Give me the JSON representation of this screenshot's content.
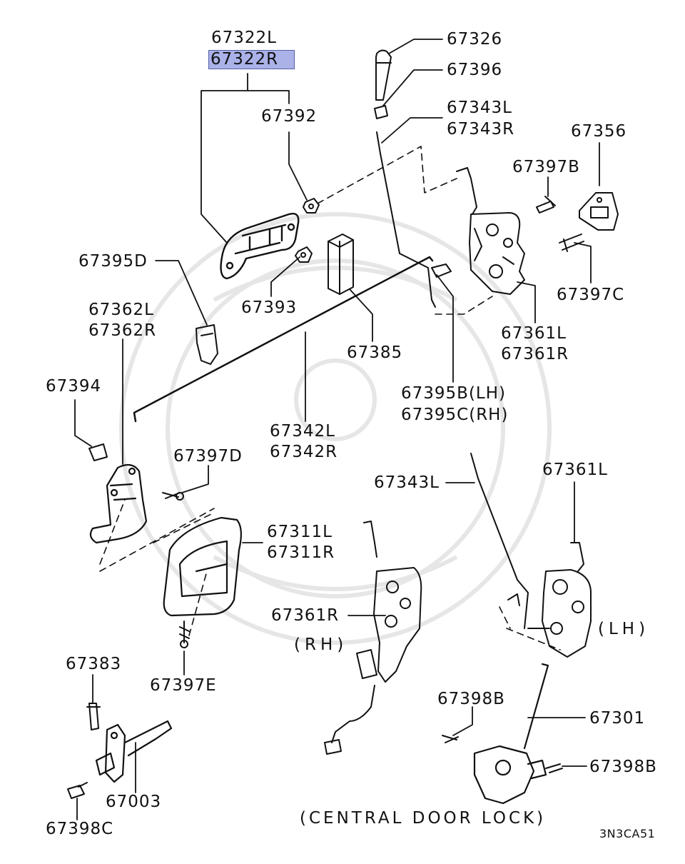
{
  "diagram": {
    "highlight_color": "#aab2e8",
    "line_color": "#111111",
    "callouts": {
      "p67322L": "67322L",
      "p67322R": "67322R",
      "p67392": "67392",
      "p67326": "67326",
      "p67396": "67396",
      "p67343L_top": "67343L",
      "p67343R": "67343R",
      "p67356": "67356",
      "p67397B": "67397B",
      "p67397C": "67397C",
      "p67395D": "67395D",
      "p67393": "67393",
      "p67385": "67385",
      "p67361L_top": "67361L",
      "p67361R_top": "67361R",
      "p67362L": "67362L",
      "p67362R": "67362R",
      "p67394": "67394",
      "p67395B": "67395B(LH)",
      "p67395C": "67395C(RH)",
      "p67342L": "67342L",
      "p67342R": "67342R",
      "p67397D": "67397D",
      "p67343L_mid": "67343L",
      "p67361L_mid": "67361L",
      "p67311L": "67311L",
      "p67311R": "67311R",
      "p67361R_mid": "67361R",
      "p67397E": "67397E",
      "p67383": "67383",
      "p67398B_1": "67398B",
      "p67301": "67301",
      "p67398B_2": "67398B",
      "p67003": "67003",
      "p67398C": "67398C"
    },
    "side_labels": {
      "rh": "(RH)",
      "lh": "(LH)"
    },
    "caption": "(CENTRAL DOOR LOCK)",
    "diagram_code": "3N3CA51"
  }
}
